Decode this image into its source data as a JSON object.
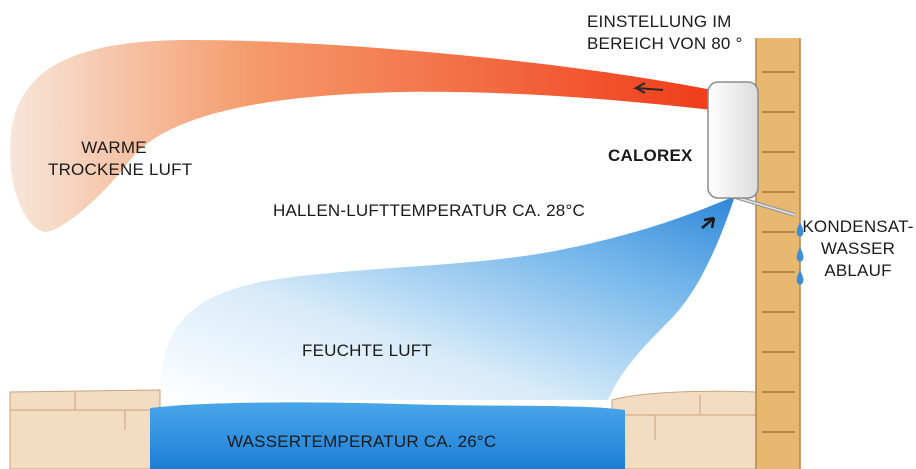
{
  "labels": {
    "setting": [
      "EINSTELLUNG IM",
      "BEREICH VON 80 °"
    ],
    "warm_air": [
      "WARME",
      "TROCKENE LUFT"
    ],
    "brand": "CALOREX",
    "hall_temp": "HALLEN-LUFTTEMPERATUR CA. 28°C",
    "condensate": [
      "KONDENSAT-",
      "WASSER",
      "ABLAUF"
    ],
    "humid_air": "FEUCHTE LUFT",
    "water_temp": "WASSERTEMPERATUR CA. 26°C"
  },
  "colors": {
    "warm_start": "#f7e6da",
    "warm_mid": "#f59a6a",
    "warm_end": "#f03c1a",
    "humid_light": "#e6f2fb",
    "humid_dark": "#2f86d8",
    "water_top": "#4aa6ea",
    "water_bottom": "#1c7fd6",
    "wall": "#e8b870",
    "wall_brick_line": "#b5864a",
    "stone": "#f3ddc2",
    "stone_line": "#c8a47e",
    "unit": "#f1f1f1",
    "droplet": "#3a8fd8"
  }
}
